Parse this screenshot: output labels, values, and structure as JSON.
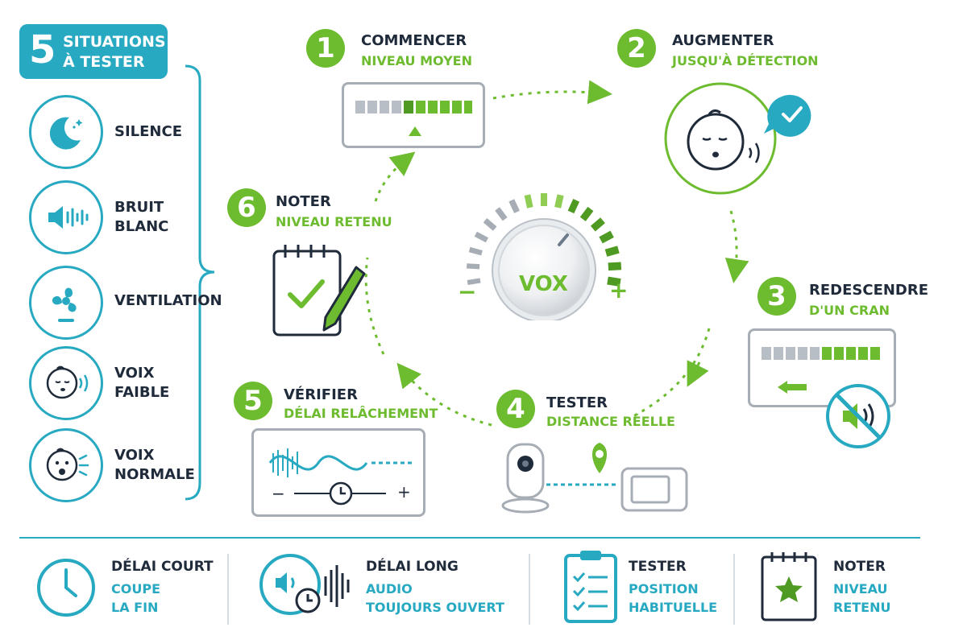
{
  "header": {
    "number": "5",
    "line1": "SITUATIONS",
    "line2": "À TESTER"
  },
  "situations": [
    {
      "label": "SILENCE",
      "icon": "moon-icon"
    },
    {
      "label": "BRUIT",
      "label2": "BLANC",
      "icon": "speaker-icon"
    },
    {
      "label": "VENTILATION",
      "icon": "fan-icon"
    },
    {
      "label": "VOIX",
      "label2": "FAIBLE",
      "icon": "baby-soft-icon"
    },
    {
      "label": "VOIX",
      "label2": "NORMALE",
      "icon": "baby-loud-icon"
    }
  ],
  "steps": [
    {
      "num": "1",
      "title": "COMMENCER",
      "sub": "NIVEAU MOYEN"
    },
    {
      "num": "2",
      "title": "AUGMENTER",
      "sub": "JUSQU'À DÉTECTION"
    },
    {
      "num": "3",
      "title": "REDESCENDRE",
      "sub": "D'UN CRAN"
    },
    {
      "num": "4",
      "title": "TESTER",
      "sub": "DISTANCE RÉELLE"
    },
    {
      "num": "5",
      "title": "VÉRIFIER",
      "sub": "DÉLAI RELÂCHEMENT"
    },
    {
      "num": "6",
      "title": "NOTER",
      "sub": "NIVEAU RETENU"
    }
  ],
  "knob": {
    "label": "VOX",
    "minus": "−",
    "plus": "+"
  },
  "slider": {
    "minus": "−",
    "plus": "+"
  },
  "footer": [
    {
      "title": "DÉLAI COURT",
      "sub1": "COUPE",
      "sub2": "LA FIN",
      "icon": "clock-icon"
    },
    {
      "title": "DÉLAI LONG",
      "sub1": "AUDIO",
      "sub2": "TOUJOURS OUVERT",
      "icon": "audio-clock-icon"
    },
    {
      "title": "TESTER",
      "sub1": "POSITION",
      "sub2": "HABITUELLE",
      "icon": "checklist-icon"
    },
    {
      "title": "NOTER",
      "sub1": "NIVEAU",
      "sub2": "RETENU",
      "icon": "notepad-star-icon"
    }
  ],
  "colors": {
    "teal": "#27a9c2",
    "green": "#6dbb2e",
    "navy": "#1f2a3a",
    "gray": "#a7adb5"
  }
}
